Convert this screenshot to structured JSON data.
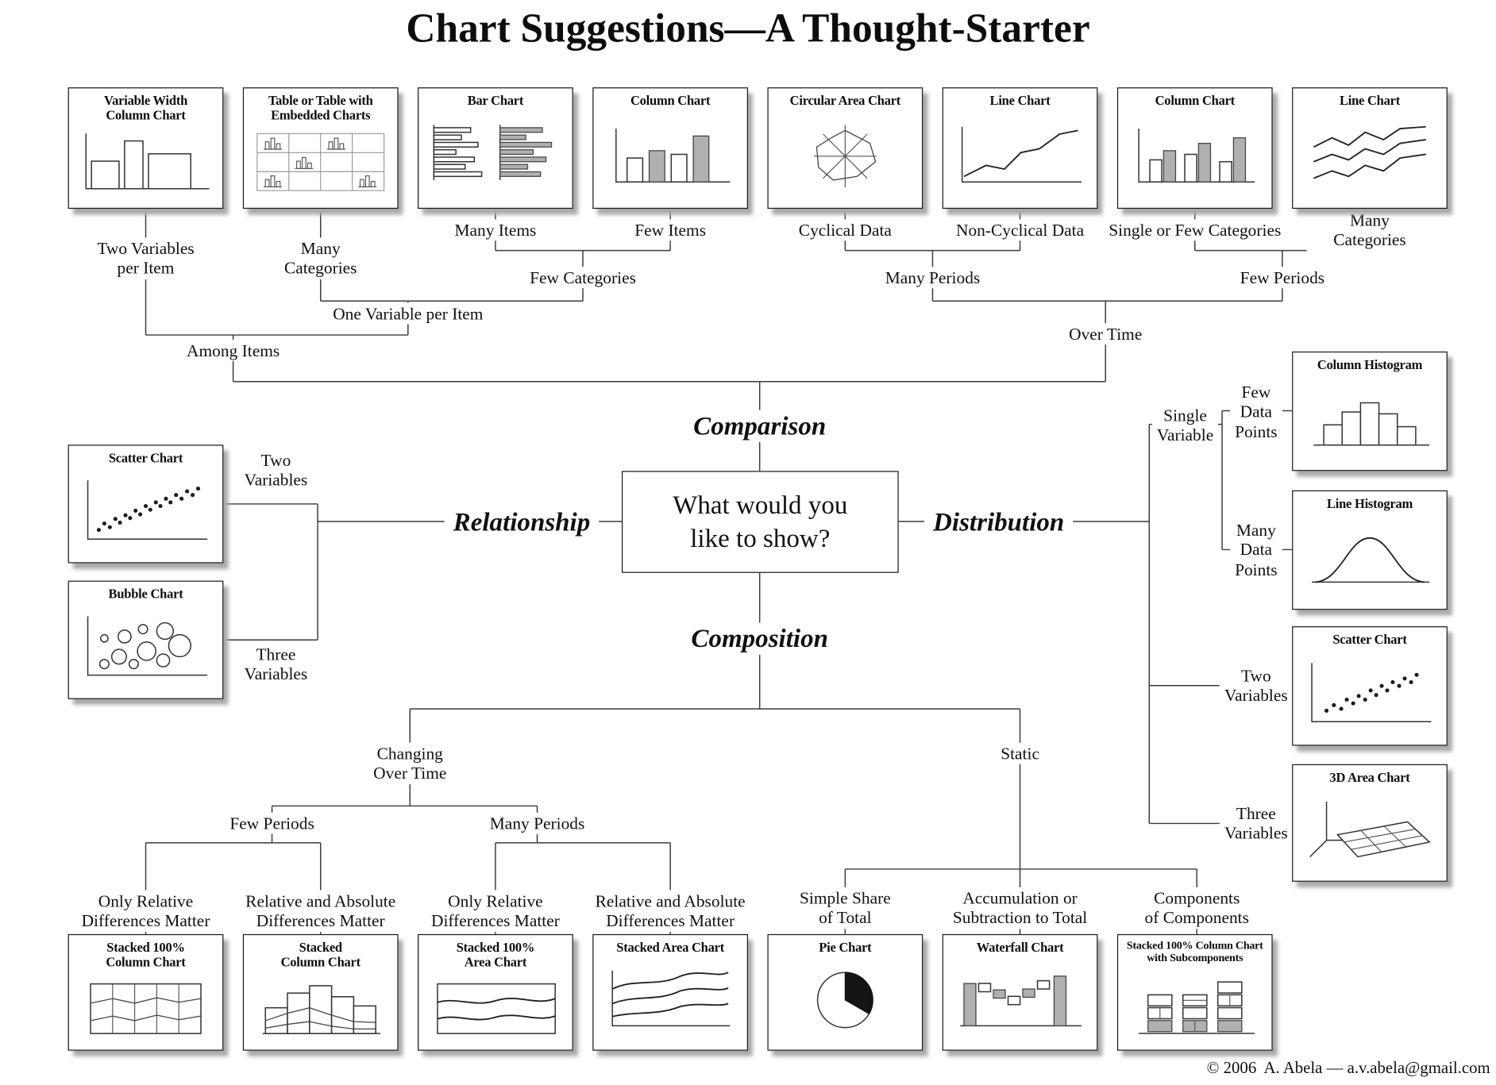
{
  "title": "Chart Suggestions—A Thought-Starter",
  "center_question": "What would you\nlike to show?",
  "footer": "© 2006  A. Abela — a.v.abela@gmail.com",
  "colors": {
    "ink": "#1a1a1a",
    "line": "#3a3a3a",
    "gray_fill": "#b0b0b0",
    "shadow": "#a9a9a9",
    "background": "#ffffff"
  },
  "branches": {
    "comparison": "Comparison",
    "relationship": "Relationship",
    "distribution": "Distribution",
    "composition": "Composition"
  },
  "comparison": {
    "charts": [
      {
        "title": "Variable Width\nColumn Chart",
        "icon": "variable-width-column-chart-icon"
      },
      {
        "title": "Table or Table with\nEmbedded Charts",
        "icon": "embedded-table-chart-icon"
      },
      {
        "title": "Bar Chart",
        "icon": "bar-chart-icon"
      },
      {
        "title": "Column Chart",
        "icon": "column-chart-icon"
      },
      {
        "title": "Circular Area Chart",
        "icon": "circular-area-chart-icon"
      },
      {
        "title": "Line Chart",
        "icon": "line-chart-icon"
      },
      {
        "title": "Column Chart",
        "icon": "grouped-column-chart-icon"
      },
      {
        "title": "Line Chart",
        "icon": "multi-line-chart-icon"
      }
    ],
    "conditions": {
      "two_variables_per_item": "Two Variables\nper Item",
      "many_categories_table": "Many\nCategories",
      "many_items": "Many Items",
      "few_items": "Few Items",
      "cyclical_data": "Cyclical Data",
      "non_cyclical_data": "Non-Cyclical Data",
      "single_or_few_categories": "Single or Few Categories",
      "many_categories_line": "Many Categories",
      "few_categories": "Few Categories",
      "one_variable_per_item": "One Variable per Item",
      "among_items": "Among Items",
      "many_periods": "Many Periods",
      "few_periods": "Few Periods",
      "over_time": "Over Time"
    }
  },
  "relationship": {
    "charts": [
      {
        "title": "Scatter Chart",
        "icon": "scatter-chart-icon"
      },
      {
        "title": "Bubble Chart",
        "icon": "bubble-chart-icon"
      }
    ],
    "conditions": {
      "two_variables": "Two\nVariables",
      "three_variables": "Three\nVariables"
    }
  },
  "distribution": {
    "charts": [
      {
        "title": "Column Histogram",
        "icon": "column-histogram-icon"
      },
      {
        "title": "Line Histogram",
        "icon": "line-histogram-icon"
      },
      {
        "title": "Scatter Chart",
        "icon": "scatter-chart-icon"
      },
      {
        "title": "3D Area Chart",
        "icon": "area-3d-chart-icon"
      }
    ],
    "conditions": {
      "single_variable": "Single\nVariable",
      "few_data_points": "Few\nData\nPoints",
      "many_data_points": "Many\nData\nPoints",
      "two_variables": "Two\nVariables",
      "three_variables": "Three\nVariables"
    }
  },
  "composition": {
    "charts": [
      {
        "title": "Stacked 100%\nColumn Chart",
        "icon": "stacked-100-column-chart-icon"
      },
      {
        "title": "Stacked\nColumn Chart",
        "icon": "stacked-column-chart-icon"
      },
      {
        "title": "Stacked 100%\nArea Chart",
        "icon": "stacked-100-area-chart-icon"
      },
      {
        "title": "Stacked Area Chart",
        "icon": "stacked-area-chart-icon"
      },
      {
        "title": "Pie Chart",
        "icon": "pie-chart-icon"
      },
      {
        "title": "Waterfall Chart",
        "icon": "waterfall-chart-icon"
      },
      {
        "title": "Stacked 100% Column Chart\nwith Subcomponents",
        "icon": "stacked-100-column-subcomponents-icon"
      }
    ],
    "conditions": {
      "changing_over_time": "Changing\nOver Time",
      "static": "Static",
      "few_periods": "Few Periods",
      "many_periods": "Many Periods",
      "only_relative_few": "Only Relative\nDifferences Matter",
      "relative_absolute_few": "Relative and Absolute\nDifferences Matter",
      "only_relative_many": "Only Relative\nDifferences Matter",
      "relative_absolute_many": "Relative and Absolute\nDifferences Matter",
      "simple_share_of_total": "Simple Share\nof Total",
      "accumulation_to_total": "Accumulation or\nSubtraction to Total",
      "components_of_components": "Components\nof Components"
    }
  }
}
